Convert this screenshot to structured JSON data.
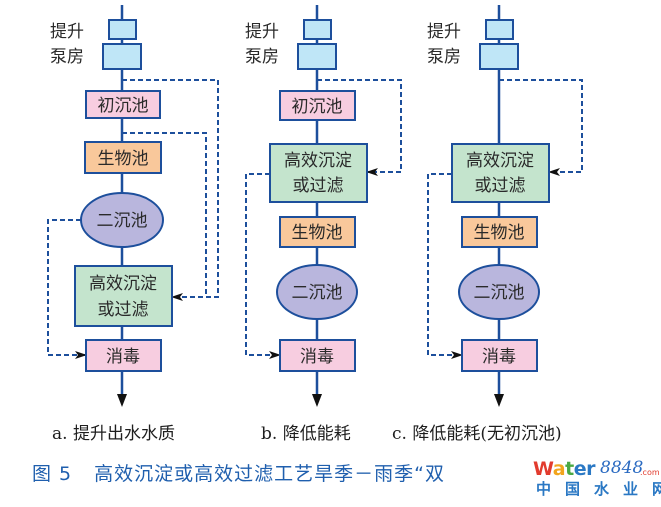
{
  "colors": {
    "line": "#1d4f9c",
    "dashed": "#1d4f9c",
    "arrow": "#111111",
    "pump": "#bfe6f7",
    "primary_clarifier": "#f7cde0",
    "bio_tank": "#f9c89b",
    "secondary_clarifier": "#b9b6dd",
    "high_efficiency": "#c4e4cd",
    "disinfection": "#f7cde0",
    "title": "#1f5fae"
  },
  "pump_label": [
    "提升",
    "泵房"
  ],
  "nodes": {
    "primary_clarifier": "初沉池",
    "bio_tank": "生物池",
    "secondary_clarifier": "二沉池",
    "high_efficiency": [
      "高效沉淀",
      "或过滤"
    ],
    "disinfection": "消毒"
  },
  "panels": [
    {
      "id": "a",
      "caption": "a. 提升出水水质"
    },
    {
      "id": "b",
      "caption": "b. 降低能耗"
    },
    {
      "id": "c",
      "caption": "c. 降低能耗(无初沉池)"
    }
  ],
  "figure": {
    "number": "图 5",
    "title": "高效沉淀或高效过滤工艺旱季－雨季“双"
  },
  "watermark": {
    "brand": [
      "W",
      "a",
      "t",
      "er"
    ],
    "number": "8848",
    "domain": ".com",
    "chinese": "中国水业网"
  }
}
